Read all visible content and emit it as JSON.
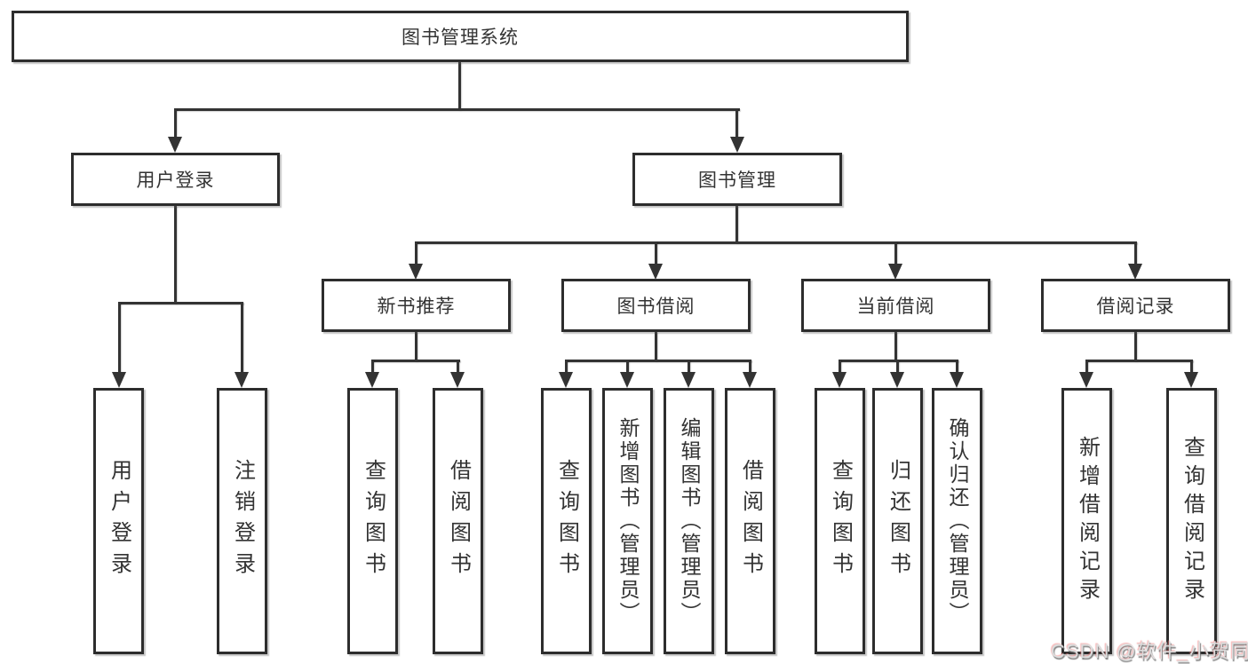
{
  "diagram": {
    "title": "图书管理系统",
    "root": {
      "label": "图书管理系统"
    },
    "branches": [
      {
        "label": "用户登录",
        "children": [
          {
            "label": "用户登录"
          },
          {
            "label": "注销登录"
          }
        ]
      },
      {
        "label": "图书管理",
        "children": [
          {
            "label": "新书推荐",
            "children": [
              {
                "label": "查询图书"
              },
              {
                "label": "借阅图书"
              }
            ]
          },
          {
            "label": "图书借阅",
            "children": [
              {
                "label": "查询图书"
              },
              {
                "label": "新增图书（管理员）"
              },
              {
                "label": "编辑图书（管理员）"
              },
              {
                "label": "借阅图书"
              }
            ]
          },
          {
            "label": "当前借阅",
            "children": [
              {
                "label": "查询图书"
              },
              {
                "label": "归还图书"
              },
              {
                "label": "确认归还（管理员）"
              }
            ]
          },
          {
            "label": "借阅记录",
            "children": [
              {
                "label": "新增借阅记录"
              },
              {
                "label": "查询借阅记录"
              }
            ]
          }
        ]
      }
    ],
    "colors": {
      "line": "#333333",
      "box_border": "#2d2d2d",
      "text": "#333333",
      "background": "#ffffff",
      "watermark_text": "#dcdcdc"
    }
  },
  "watermark": {
    "text": "CSDN @软件_小贺同学"
  }
}
